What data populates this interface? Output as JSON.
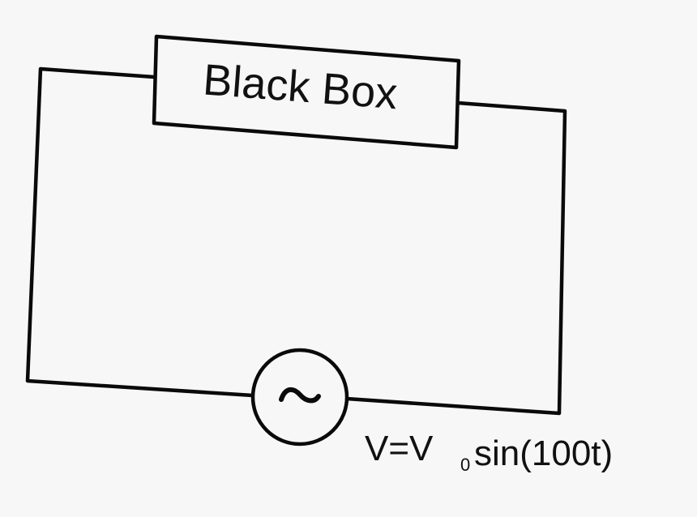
{
  "diagram": {
    "type": "circuit",
    "title": "",
    "components": [
      {
        "id": "black_box",
        "kind": "unknown element",
        "label": "Black Box"
      },
      {
        "id": "ac_source",
        "kind": "ac voltage source",
        "symbol": "~"
      }
    ],
    "connections": [
      [
        "black_box.left",
        "ac_source.left"
      ],
      [
        "black_box.right",
        "ac_source.right"
      ]
    ],
    "labels": {
      "black_box": "Black Box",
      "source_symbol": "~",
      "voltage_equation": {
        "prefix": "V=V",
        "subscript": "0",
        "suffix": "sin(100t)",
        "full": "V=V0 sin(100t)"
      }
    },
    "colors": {
      "background": "#f7f7f7",
      "ink": "#0a0a0a"
    }
  }
}
